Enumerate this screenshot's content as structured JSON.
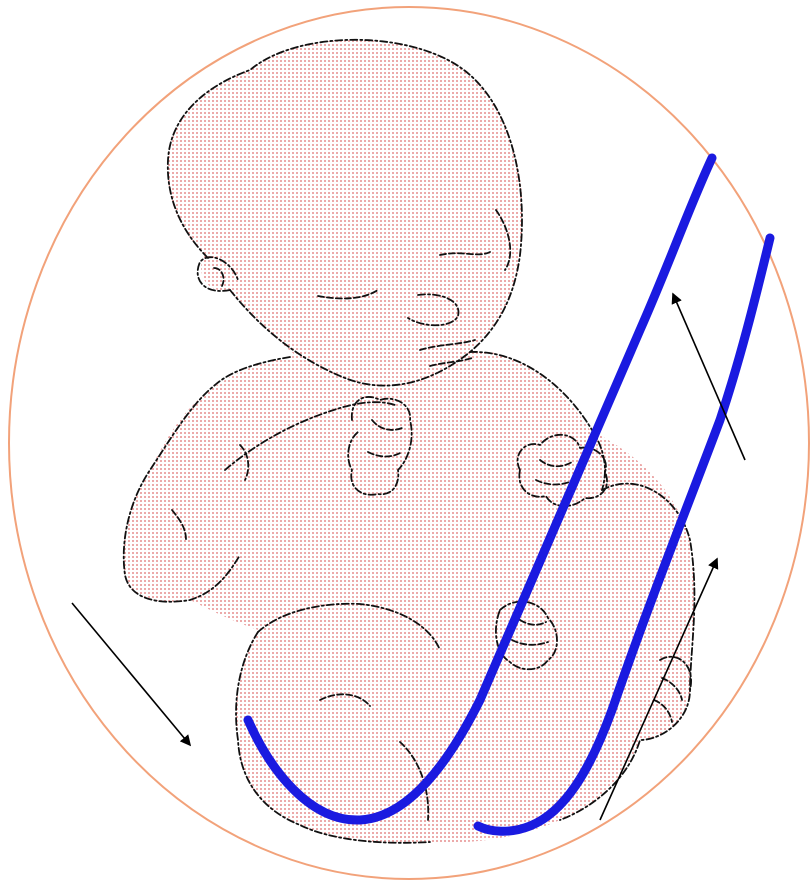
{
  "diagram": {
    "colors": {
      "uterus_outline": "#f2a27a",
      "fetus_fill_dots": "#e9a3a3",
      "outline_stroke": "#111111",
      "cord": "#1a1ae0",
      "arrows": "#000000",
      "background": "#ffffff"
    },
    "elements": [
      "uterus-outline",
      "fetus",
      "blue-cord-loop",
      "direction-arrows"
    ]
  }
}
